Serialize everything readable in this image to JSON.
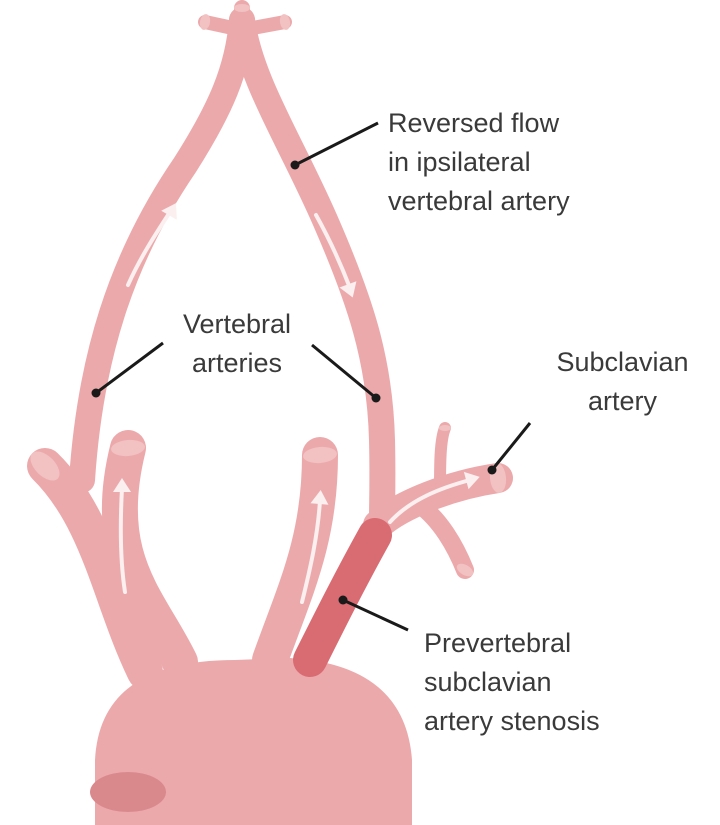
{
  "colors": {
    "artery": "#eca9ab",
    "artery_highlight": "#f2c1c2",
    "artery_shadow": "#d9898c",
    "stenosis": "#d96c72",
    "flow_arrow": "#fbefef",
    "leader_line": "#1a1a1a",
    "text": "#3a3a3a"
  },
  "labels": {
    "reversed_flow": [
      "Reversed flow",
      "in ipsilateral",
      "vertebral artery"
    ],
    "vertebral_arteries": [
      "Vertebral",
      "arteries"
    ],
    "subclavian_artery": [
      "Subclavian",
      "artery"
    ],
    "stenosis": [
      "Prevertebral",
      "subclavian",
      "artery stenosis"
    ]
  },
  "icons": {
    "flow_arrow": "arrowhead-icon",
    "leader_dot": "dot-icon"
  }
}
